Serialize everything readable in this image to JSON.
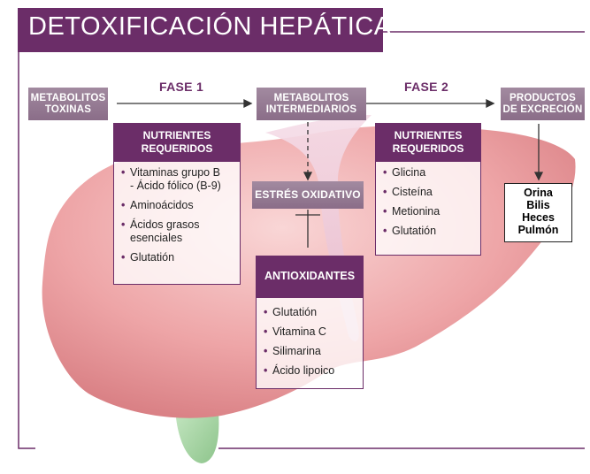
{
  "title": "DETOXIFICACIÓN HEPÁTICA",
  "input": {
    "label_line1": "METABOLITOS",
    "label_line2": "TOXINAS"
  },
  "phase1": {
    "label": "FASE 1",
    "header_line1": "NUTRIENTES",
    "header_line2": "REQUERIDOS",
    "items": [
      "Vitaminas grupo B",
      "- Ácido fólico (B-9)",
      "Aminoácidos",
      "Ácidos grasos",
      "esenciales",
      "Glutatión"
    ]
  },
  "intermediate": {
    "label_line1": "METABOLITOS",
    "label_line2": "INTERMEDIARIOS"
  },
  "phase2": {
    "label": "FASE 2",
    "header_line1": "NUTRIENTES",
    "header_line2": "REQUERIDOS",
    "items": [
      "Glicina",
      "Cisteína",
      "Metionina",
      "Glutatión"
    ]
  },
  "output": {
    "label_line1": "PRODUCTOS",
    "label_line2": "DE EXCRECIÓN",
    "routes": [
      "Orina",
      "Bilis",
      "Heces",
      "Pulmón"
    ]
  },
  "oxidative_stress": {
    "label": "ESTRÉS OXIDATIVO"
  },
  "antioxidants": {
    "header": "ANTIOXIDANTES",
    "items": [
      "Glutatión",
      "Vitamina C",
      "Silimarina",
      "Ácido lipoico"
    ]
  },
  "colors": {
    "brand_purple": "#6b2d68",
    "label_grey": "#957a93",
    "liver_pink": "#e8989b",
    "gallbladder_green": "#9fd09e"
  }
}
